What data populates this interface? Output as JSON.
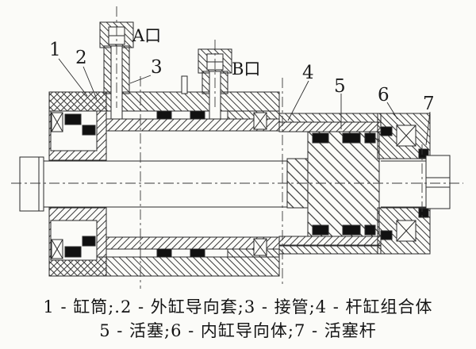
{
  "figure": {
    "port_a": "A口",
    "port_b": "B口",
    "callouts": [
      {
        "num": "1",
        "part": "缸筒"
      },
      {
        "num": "2",
        "part": "外缸导向套"
      },
      {
        "num": "3",
        "part": "接管"
      },
      {
        "num": "4",
        "part": "杆缸组合体"
      },
      {
        "num": "5",
        "part": "活塞"
      },
      {
        "num": "6",
        "part": "内缸导向体"
      },
      {
        "num": "7",
        "part": "活塞杆"
      }
    ],
    "caption_line1": "1 - 缸筒;.2 - 外缸导向套;3 - 接管;4 - 杆缸组合体",
    "caption_line2": "5 - 活塞;6 - 内缸导向体;7 - 活塞杆",
    "line_color": "#2a2a2a",
    "background_color": "#fbfbf8"
  }
}
